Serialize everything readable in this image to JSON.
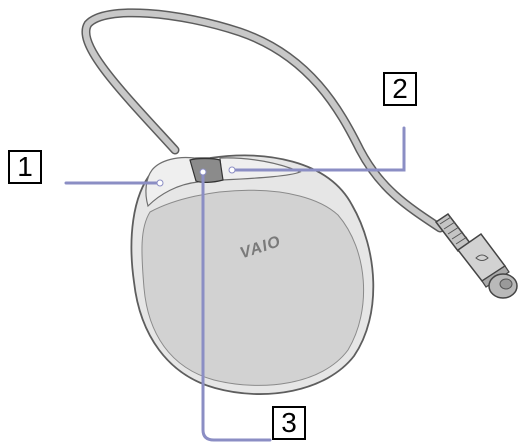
{
  "callouts": [
    {
      "label": "1"
    },
    {
      "label": "2"
    },
    {
      "label": "3"
    }
  ],
  "logo_text": "VAIO",
  "colors": {
    "leader_line": "#8b8ec4",
    "mouse_body": "#d6d6d6",
    "mouse_outline": "#6b6b6b",
    "cable": "#c8c8c8",
    "callout_border": "#000000"
  }
}
